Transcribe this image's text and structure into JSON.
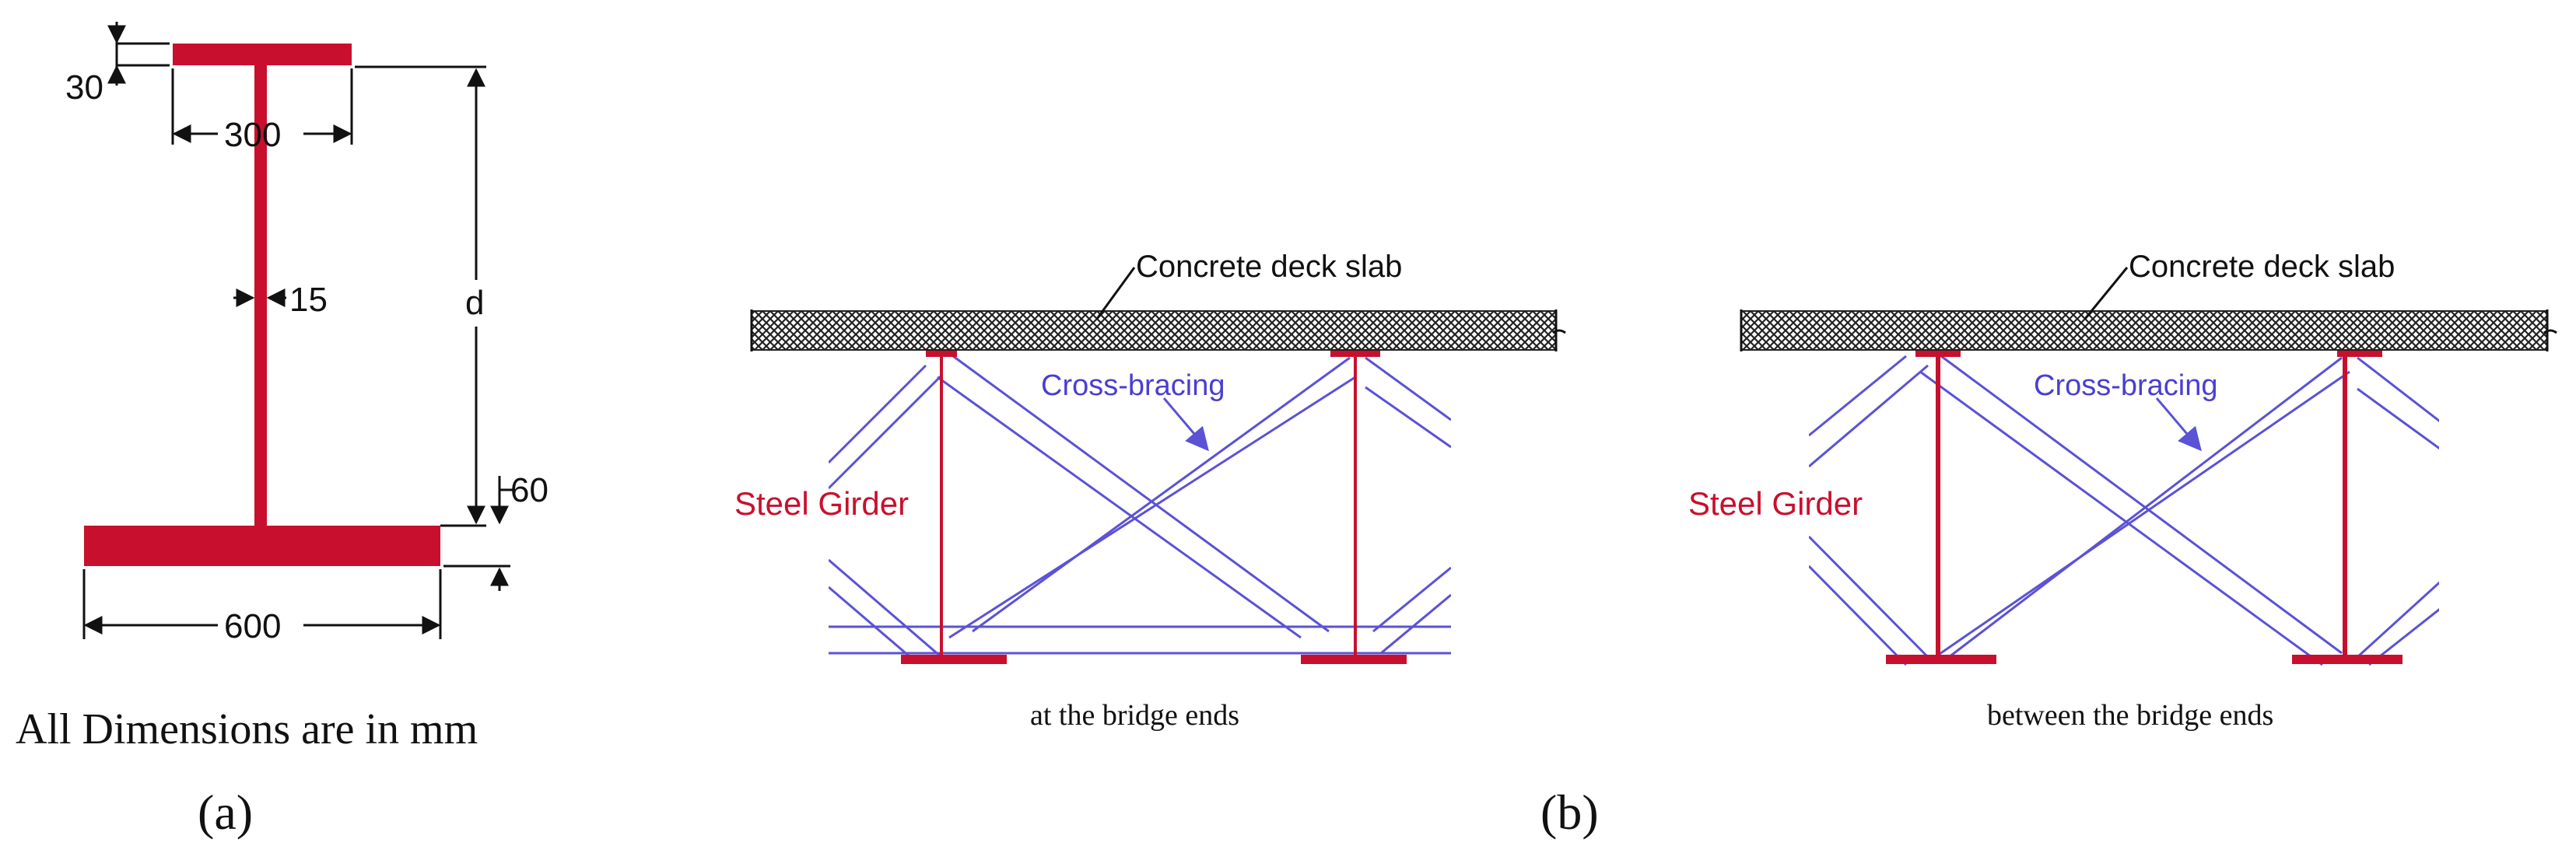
{
  "panel_a": {
    "dims": {
      "flange_thickness": "30",
      "top_flange_width": "300",
      "web_thickness": "15",
      "depth": "d",
      "bottom_flange_thickness": "60",
      "bottom_flange_width": "600"
    },
    "note": "All Dimensions are in mm",
    "label": "(a)"
  },
  "panel_b": {
    "left": {
      "slab_label": "Concrete deck slab",
      "bracing_label": "Cross-bracing",
      "girder_label": "Steel Girder",
      "caption": "at the bridge ends"
    },
    "right": {
      "slab_label": "Concrete deck slab",
      "bracing_label": "Cross-bracing",
      "girder_label": "Steel Girder",
      "caption": "between the bridge ends"
    },
    "label": "(b)"
  },
  "colors": {
    "steel": "#c8102e",
    "bracing": "#5b52d6",
    "slab_fill": "#222222"
  }
}
